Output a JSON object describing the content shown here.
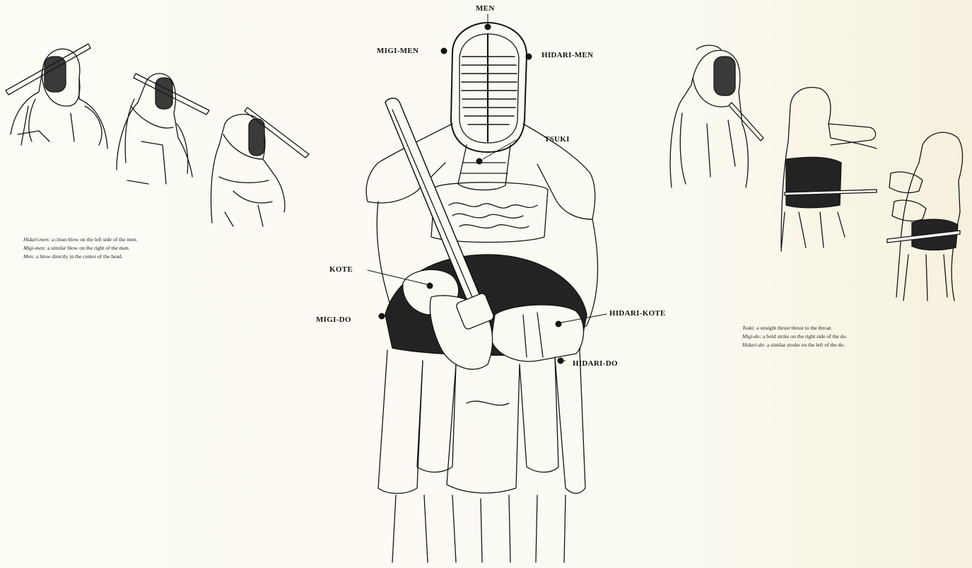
{
  "labels": {
    "men": "MEN",
    "migi_men": "MIGI-MEN",
    "hidari_men": "HIDARI-MEN",
    "tsuki": "TSUKI",
    "kote": "KOTE",
    "migi_do": "MIGI-DO",
    "hidari_kote": "HIDARI-KOTE",
    "hidari_do": "HIDARI-DO"
  },
  "left_caption": [
    {
      "term": "Hidari-men:",
      "text": " a clean blow on the left side of the men."
    },
    {
      "term": "Migi-men:",
      "text": " a similar blow on the right of the men."
    },
    {
      "term": "Men:",
      "text": " a blow directly in the center of the head."
    }
  ],
  "right_caption": [
    {
      "term": "Tsuki:",
      "text": " a straight thrust thrust to the throat."
    },
    {
      "term": "Migi-do:",
      "text": " a bold strike on the right side of the do."
    },
    {
      "term": "Hidari-do:",
      "text": " a similar stroke on the left of the do."
    }
  ],
  "colors": {
    "ink": "#151515",
    "paper": "#fbfaf2",
    "armor_dark": "#222222"
  }
}
